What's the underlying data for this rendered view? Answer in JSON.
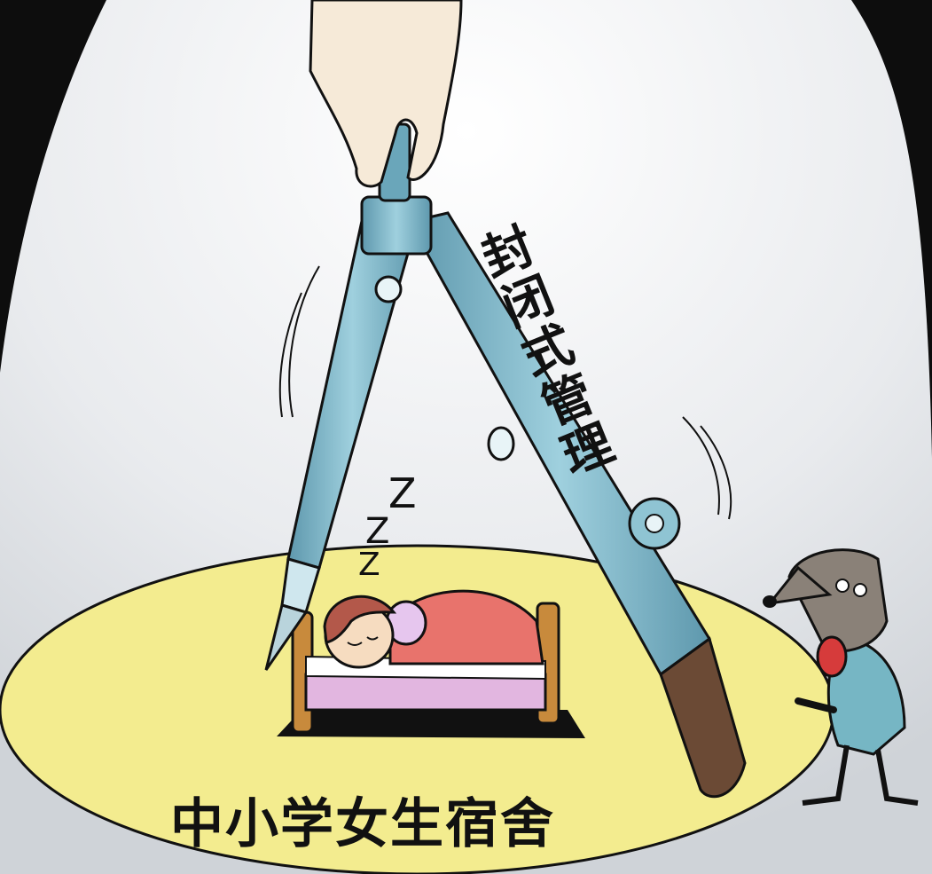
{
  "captions": {
    "bottom": "中小学女生宿舍",
    "compass": "封闭式管理"
  },
  "sleep_letters": {
    "z1": "Z",
    "z2": "Z",
    "z3": "Z"
  },
  "colors": {
    "dark_background": "#0d0d0d",
    "spotlight": "#e6e8ea",
    "floor_spot": "#f3ec8f",
    "compass_metal": "#7fb6c8",
    "blanket": "#e8736c",
    "wolf_fur": "#8a8178",
    "wolf_shirt": "#76b6c4",
    "lead_wood": "#6b4a35"
  }
}
